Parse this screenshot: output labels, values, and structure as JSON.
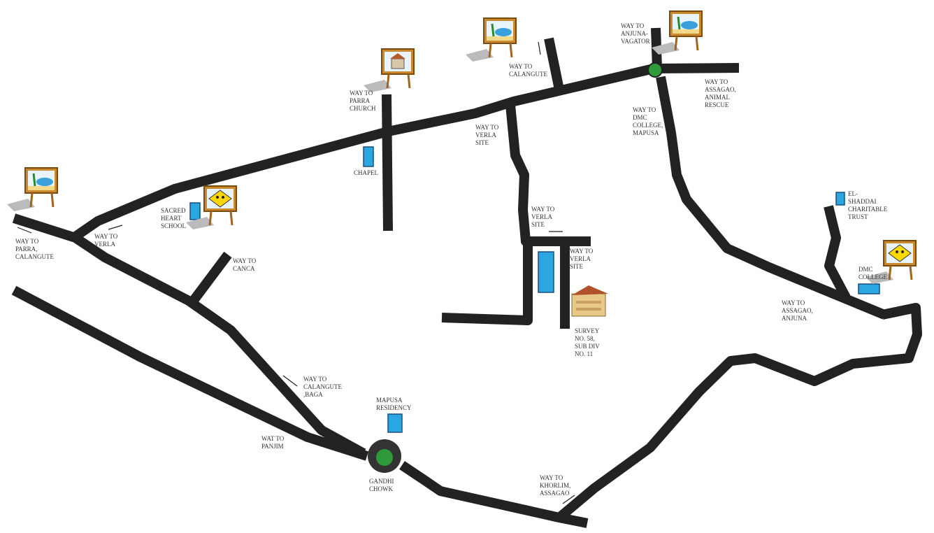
{
  "colors": {
    "road": "#4a4a4a",
    "building": "#2aa7e0",
    "roundabout": "#2e9a3a"
  },
  "labels": {
    "parra_calangute": "WAY TO\nPARRA,\nCALANGUTE",
    "verla_west": "WAY TO\nVERLA",
    "sacred_heart": "SACRED\nHEART\nSCHOOL",
    "parra_church": "WAY TO\nPARRA\nCHURCH",
    "chapel": "CHAPEL",
    "calangute_north": "WAY TO\nCALANGUTE",
    "anjuna_vagator": "WAY TO\nANJUNA-\nVAGATOR",
    "assagao_animal": "WAY TO\nASSAGAO,\nANIMAL\nRESCUE",
    "dmc_mapusa": "WAY TO\nDMC\nCOLLEGE,\nMAPUSA",
    "verla_site_1": "WAY TO\nVERLA\nSITE",
    "verla_site_2": "WAY TO\nVERLA\nSITE",
    "verla_site_3": "WAY TO\nVERLA\nSITE",
    "canca": "WAY TO\nCANCA",
    "survey": "SURVEY\nNO. 58,\nSUB DIV\nNO. 11",
    "el_shaddai": "EL-\nSHADDAI\nCHARITABLE\nTRUST",
    "dmc_college": "DMC\nCOLLEGE",
    "assagao_anjuna": "WAY TO\nASSAGAO,\nANJUNA",
    "calangute_baga": "WAY TO\nCALANGUTE\n,BAGA",
    "mapusa_residency": "MAPUSA\nRESIDENCY",
    "panjim": "WAT TO\nPANJIM",
    "gandhi_chowk": "GANDHI\nCHOWK",
    "khorlim_assagao": "WAY TO\nKHORLIM,\nASSAGAO"
  },
  "icons": [
    "beach-billboard-icon",
    "church-billboard-icon",
    "school-sign-icon",
    "house-icon",
    "direction-arrow-icon"
  ]
}
